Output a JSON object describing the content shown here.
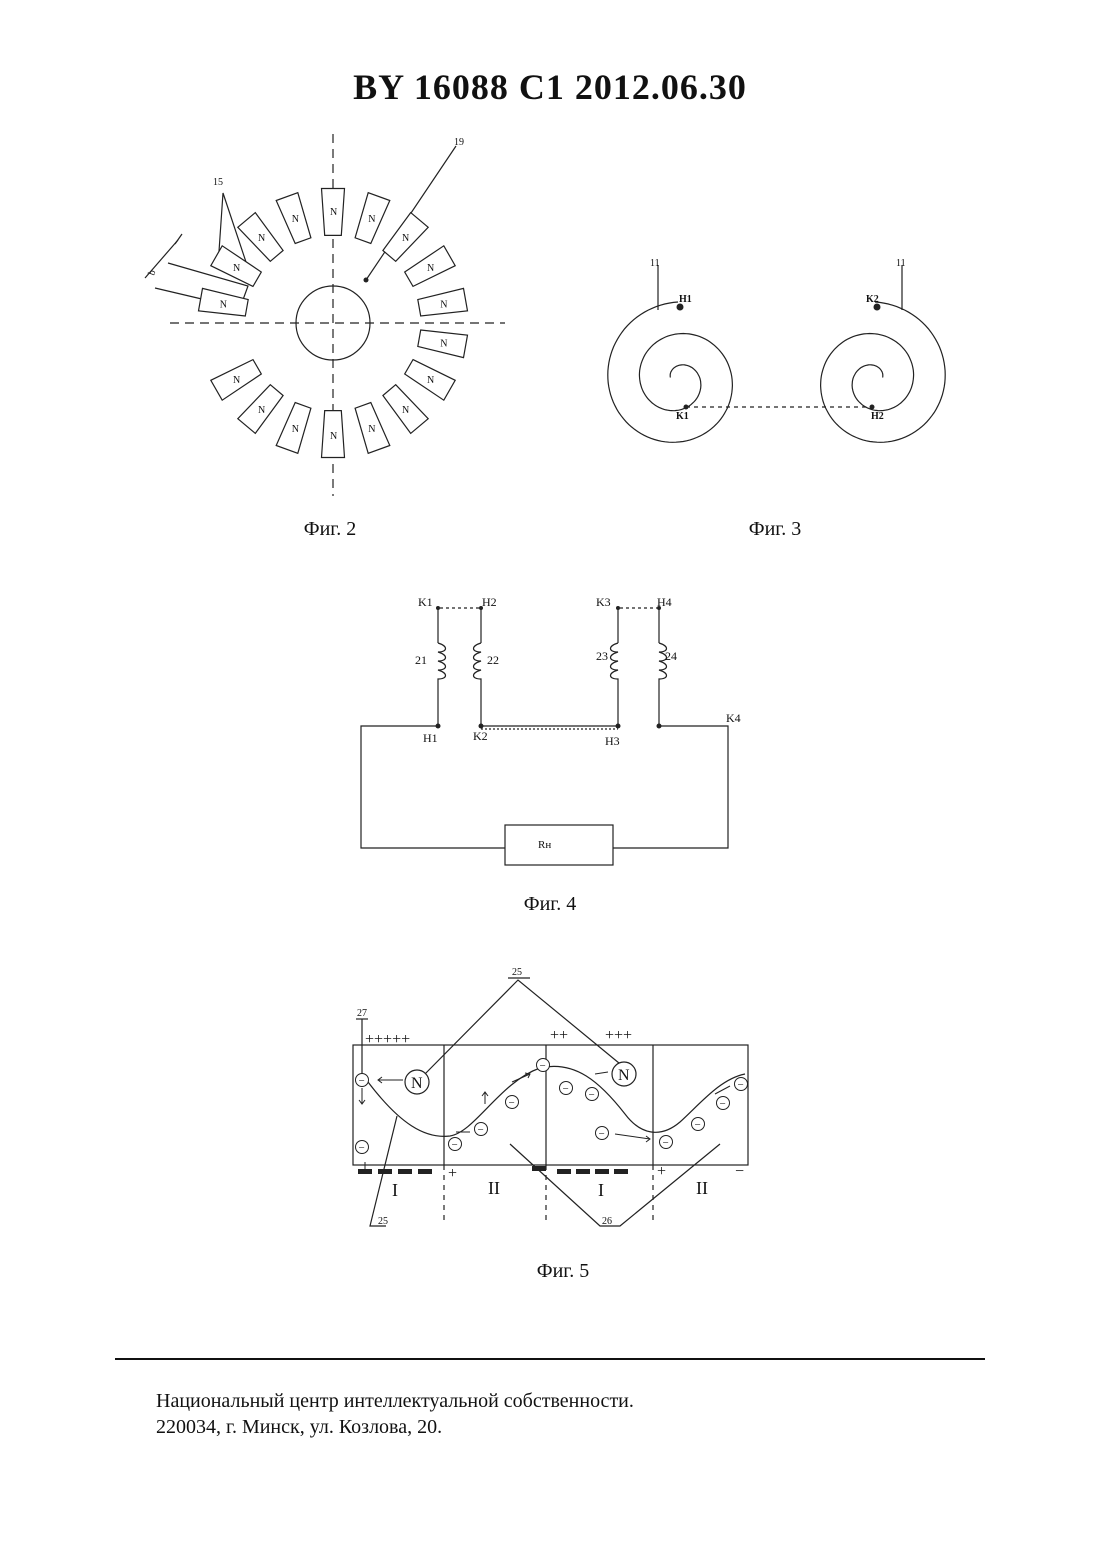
{
  "header": "BY  16088  C1  2012.06.30",
  "fig2": {
    "caption": "Фиг. 2",
    "ref_15": "15",
    "ref_19": "19",
    "ref_b": "b",
    "pole_label": "N"
  },
  "fig3": {
    "caption": "Фиг. 3",
    "ref_left": "11",
    "ref_right": "11",
    "h1": "H1",
    "k1": "K1",
    "k2": "K2",
    "h2": "H2"
  },
  "fig4": {
    "caption": "Фиг. 4",
    "k1": "K1",
    "h2": "H2",
    "k3": "K3",
    "h4": "H4",
    "h1": "H1",
    "k2": "K2",
    "h3": "H3",
    "k4": "K4",
    "coil21": "21",
    "coil22": "22",
    "coil23": "23",
    "coil24": "24",
    "load": "Rн"
  },
  "fig5": {
    "caption": "Фиг. 5",
    "ref_25_top": "25",
    "ref_25_bottom": "25",
    "ref_26": "26",
    "ref_27": "27",
    "plus_left": "+++++",
    "plus_mid": "++",
    "plus_right": "+++",
    "magnet": "N",
    "electron": "−",
    "zone_I": "I",
    "zone_II": "II",
    "plus_sign": "+",
    "minus_sign": "−"
  },
  "footer": {
    "line1": "Национальный центр интеллектуальной собственности.",
    "line2": "220034, г. Минск, ул. Козлова, 20."
  }
}
